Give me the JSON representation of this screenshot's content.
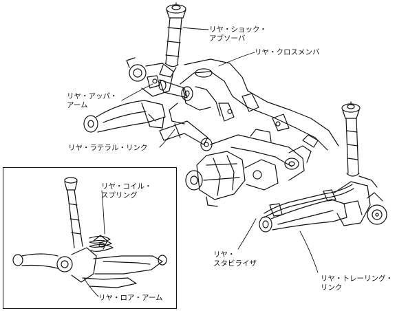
{
  "labels": {
    "shock_absorber": [
      "リヤ・ショック・",
      "アブソーバ"
    ],
    "crossmember": [
      "リヤ・クロスメンバ"
    ],
    "upper_arm": [
      "リヤ・アッパ・",
      "アーム"
    ],
    "lateral_link": [
      "リヤ・ラテラル・リンク"
    ],
    "coil_spring": [
      "リヤ・コイル・",
      "スプリング"
    ],
    "stabilizer": [
      "リヤ・",
      "スタビライザ"
    ],
    "trailing_link": [
      "リヤ・トレーリング・",
      "リンク"
    ],
    "lower_arm": [
      "リヤ・ロア・アーム"
    ]
  }
}
